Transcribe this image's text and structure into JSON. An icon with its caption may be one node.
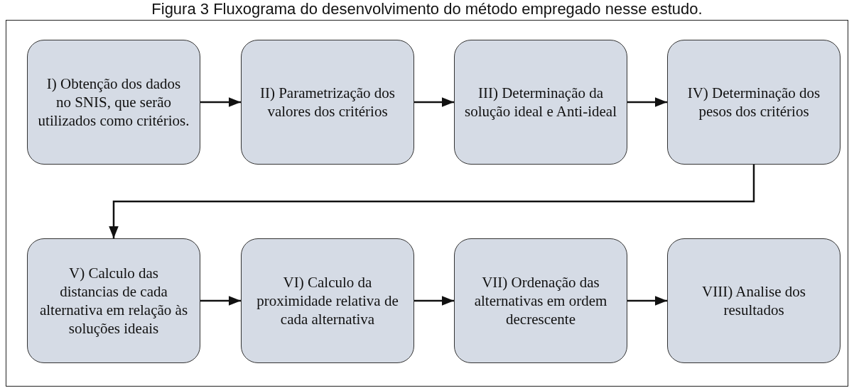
{
  "diagram": {
    "title": "Figura 3 Fluxograma do desenvolvimento do método empregado nesse estudo.",
    "nodes": [
      {
        "text": [
          "I) Obtenção dos dados no SNIS, que serão utilizados como critérios."
        ]
      },
      {
        "text": [
          "II) Parametrização dos valores dos critérios"
        ]
      },
      {
        "text": [
          "III) Determinação da solução ideal e Anti-ideal"
        ]
      },
      {
        "text": [
          "IV) Determinação dos pesos dos critérios"
        ]
      },
      {
        "text": [
          "V) Calculo das distancias de cada alternativa em relação às soluções ideais"
        ]
      },
      {
        "text": [
          "VI) Calculo da proximidade relativa de cada alternativa"
        ]
      },
      {
        "text": [
          "VII) Ordenação das alternativas em ordem decrescente"
        ]
      },
      {
        "text": [
          "VIII) Analise dos resultados"
        ]
      }
    ],
    "edges": [
      {
        "from": 0,
        "to": 1,
        "arrow": "to"
      },
      {
        "from": 1,
        "to": 2,
        "arrow": "to"
      },
      {
        "from": 2,
        "to": 3,
        "arrow": "to"
      },
      {
        "from": 3,
        "to": 4,
        "arrow": "to"
      },
      {
        "from": 4,
        "to": 5,
        "arrow": "to"
      },
      {
        "from": 5,
        "to": 6,
        "arrow": "to"
      },
      {
        "from": 6,
        "to": 7,
        "arrow": "to"
      }
    ]
  }
}
